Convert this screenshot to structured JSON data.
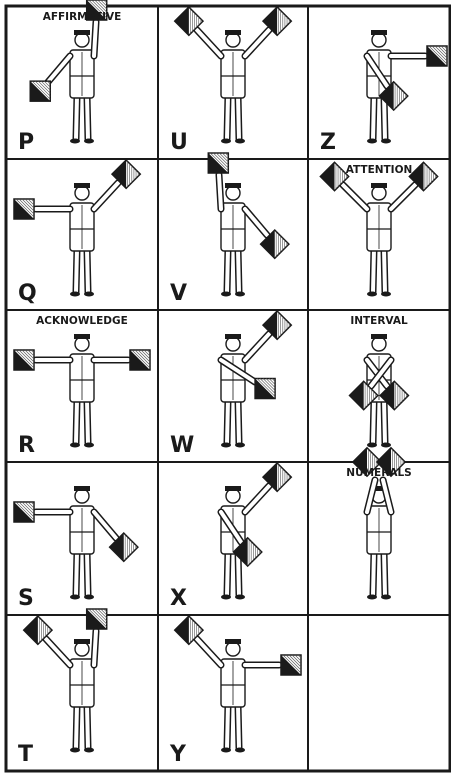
{
  "panels": [
    {
      "letter": "P",
      "caption": "AFFIRMATIVE",
      "left_arm": "down-left",
      "right_arm": "up"
    },
    {
      "letter": "U",
      "caption": "",
      "left_arm": "up-left",
      "right_arm": "up-right"
    },
    {
      "letter": "Z",
      "caption": "",
      "left_arm": "across-down",
      "right_arm": "right"
    },
    {
      "letter": "Q",
      "caption": "",
      "left_arm": "left",
      "right_arm": "up-right"
    },
    {
      "letter": "V",
      "caption": "",
      "left_arm": "up",
      "right_arm": "down-right"
    },
    {
      "letter": "",
      "caption": "ATTENTION",
      "left_arm": "up-left-wave",
      "right_arm": "up-right-wave"
    },
    {
      "letter": "R",
      "caption": "ACKNOWLEDGE",
      "left_arm": "left",
      "right_arm": "right"
    },
    {
      "letter": "W",
      "caption": "",
      "left_arm": "across-right",
      "right_arm": "up-right"
    },
    {
      "letter": "",
      "caption": "INTERVAL",
      "left_arm": "crossed-low",
      "right_arm": "crossed-low"
    },
    {
      "letter": "S",
      "caption": "",
      "left_arm": "left",
      "right_arm": "down-right"
    },
    {
      "letter": "X",
      "caption": "",
      "left_arm": "across-down",
      "right_arm": "up-right"
    },
    {
      "letter": "",
      "caption": "NUMERALS",
      "left_arm": "overhead",
      "right_arm": "overhead"
    },
    {
      "letter": "T",
      "caption": "",
      "left_arm": "up-left",
      "right_arm": "up"
    },
    {
      "letter": "Y",
      "caption": "",
      "left_arm": "up-left",
      "right_arm": "right"
    },
    {
      "letter": "",
      "caption": "",
      "left_arm": "",
      "right_arm": ""
    }
  ]
}
